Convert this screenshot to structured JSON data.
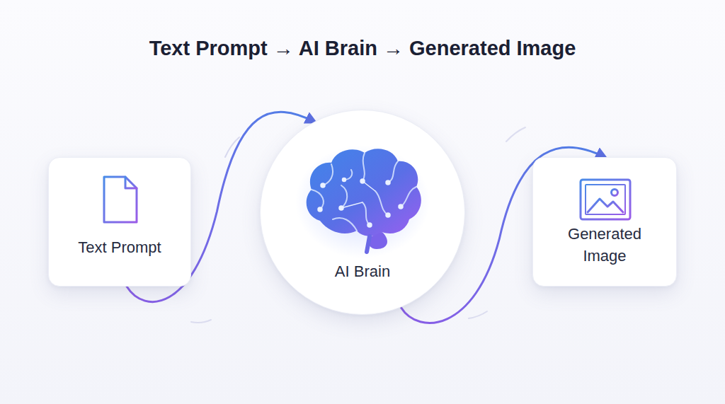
{
  "diagram": {
    "title": "Text Prompt → AI Brain → Generated Image",
    "nodes": [
      {
        "text": [
          "Text Prompt"
        ]
      },
      {
        "text": [
          "AI Brain"
        ]
      },
      {
        "text": [
          "Generated Image"
        ]
      }
    ],
    "edges": [
      {
        "from": 0,
        "to": 1,
        "arrow": "to"
      },
      {
        "from": 1,
        "to": 2,
        "arrow": "to"
      }
    ]
  }
}
